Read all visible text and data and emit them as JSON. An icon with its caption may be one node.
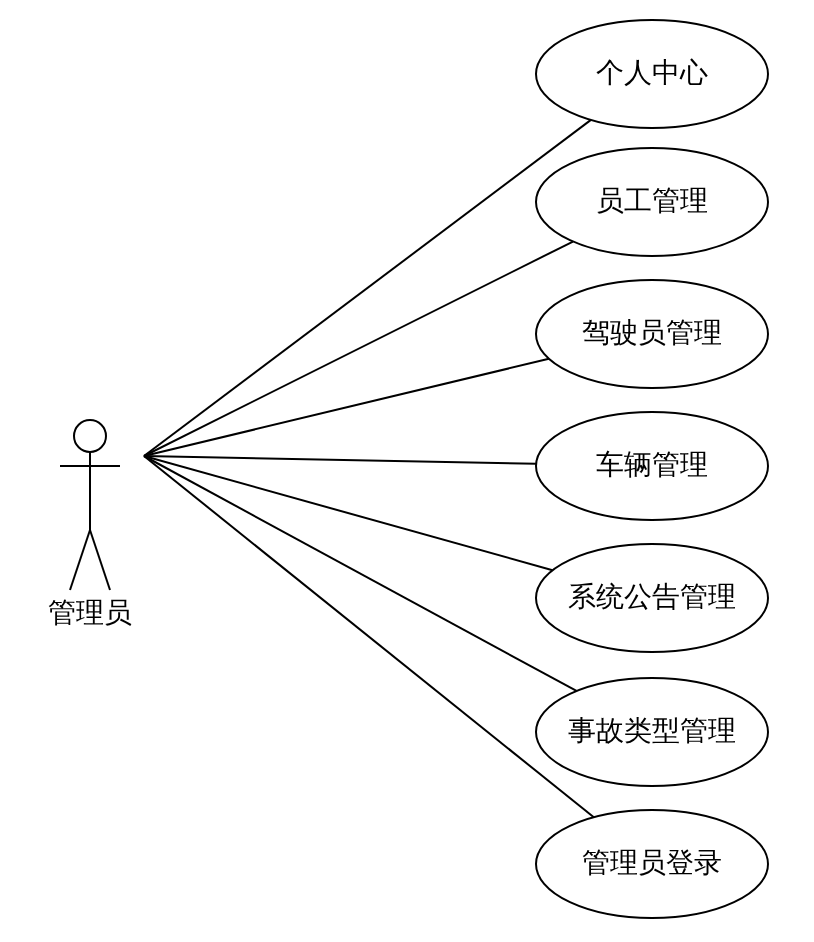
{
  "diagram": {
    "nodes": [
      {
        "text": [
          "管理员"
        ]
      },
      {
        "text": [
          "个人中心"
        ]
      },
      {
        "text": [
          "员工管理"
        ]
      },
      {
        "text": [
          "驾驶员管理"
        ]
      },
      {
        "text": [
          "车辆管理"
        ]
      },
      {
        "text": [
          "系统公告管理"
        ]
      },
      {
        "text": [
          "事故类型管理"
        ]
      },
      {
        "text": [
          "管理员登录"
        ]
      }
    ],
    "edges": [
      {
        "from": 0,
        "to": 1,
        "arrow": "none"
      },
      {
        "from": 0,
        "to": 2,
        "arrow": "none"
      },
      {
        "from": 0,
        "to": 3,
        "arrow": "none"
      },
      {
        "from": 0,
        "to": 4,
        "arrow": "none"
      },
      {
        "from": 0,
        "to": 5,
        "arrow": "none"
      },
      {
        "from": 0,
        "to": 6,
        "arrow": "none"
      },
      {
        "from": 0,
        "to": 7,
        "arrow": "none"
      }
    ]
  }
}
